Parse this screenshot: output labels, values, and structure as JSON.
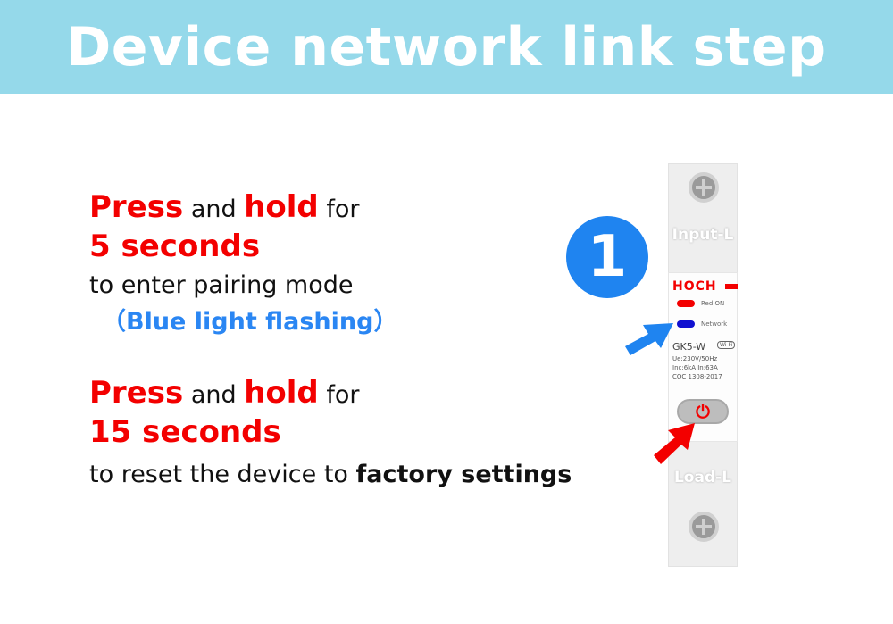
{
  "title": "Device network link step",
  "step1": {
    "press": "Press",
    "and": " and ",
    "hold": "hold",
    "for": " for",
    "duration": "5 seconds",
    "action": "to enter pairing mode",
    "note": "（Blue light flashing）"
  },
  "step2": {
    "press": "Press",
    "and": " and ",
    "hold": "hold",
    "for": " for",
    "duration": "15 seconds",
    "action": "to reset the device to ",
    "action_bold": "factory settings"
  },
  "step_number": "1",
  "device": {
    "input_label": "Input-L",
    "load_label": "Load-L",
    "brand": "HOCH",
    "led_red_label": "Red ON",
    "led_blue_label": "Network",
    "model": "GK5-W",
    "wifi_badge": "Wi-Fi",
    "specs": [
      "Ue:230V/50Hz",
      "Inc:6kA  In:63A",
      "CQC 1308-2017"
    ],
    "power_icon": "⏻"
  },
  "colors": {
    "banner": "#95d9ea",
    "red": "#f30000",
    "blue": "#2a86f3",
    "circle": "#1f84f0"
  }
}
